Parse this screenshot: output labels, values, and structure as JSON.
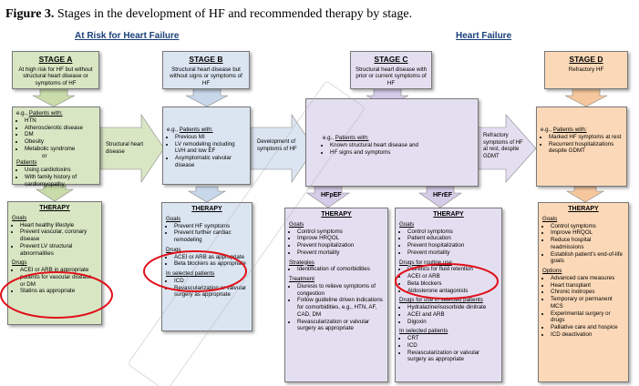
{
  "title": {
    "prefix": "Figure 3.",
    "text": "Stages in the development of HF and recommended therapy by stage."
  },
  "groups": {
    "at_risk": "At Risk for Heart Failure",
    "heart_failure": "Heart Failure"
  },
  "stages": {
    "a": {
      "title": "STAGE A",
      "desc": "At high risk for HF but without structural heart disease or symptoms of HF",
      "patients_intro": "e.g., ",
      "patients_label": "Patients with:",
      "patients": [
        "HTN",
        "Atherosclerotic disease",
        "DM",
        "Obesity",
        "Metabolic syndrome"
      ],
      "or": "or",
      "patients2_label": "Patients",
      "patients2": [
        "Using cardiotoxins",
        "With family history of cardiomyopathy"
      ]
    },
    "b": {
      "title": "STAGE B",
      "desc": "Structural heart disease but without signs or symptoms of HF",
      "patients_intro": "e.g., ",
      "patients_label": "Patients with:",
      "patients": [
        "Previous MI",
        "LV remodeling including LVH and low EF",
        "Asymptomatic valvular disease"
      ]
    },
    "c": {
      "title": "STAGE C",
      "desc": "Structural heart disease with prior or current symptoms of HF",
      "patients_intro": "e.g., ",
      "patients_label": "Patients with:",
      "patients": [
        "Known structural heart disease and",
        "HF signs and symptoms"
      ]
    },
    "d": {
      "title": "STAGE D",
      "desc": "Refractory HF",
      "patients_intro": "e.g., ",
      "patients_label": "Patients with:",
      "patients": [
        "Marked HF symptoms at rest",
        "Recurrent hospitalizations despite GDMT"
      ]
    }
  },
  "transitions": {
    "ab": "Structural heart disease",
    "bc": "Development of symptoms of HF",
    "cd": "Refractory symptoms of HF at rest, despite GDMT"
  },
  "subtypes": {
    "hfpef": "HFpEF",
    "hfref": "HFrEF"
  },
  "therapy": {
    "heading": "THERAPY",
    "a": {
      "goals_label": "Goals",
      "goals": [
        "Heart healthy lifestyle",
        "Prevent vascular, coronary disease",
        "Prevent LV structural abnormalities"
      ],
      "drugs_label": "Drugs",
      "drugs": [
        "ACEI or ARB in appropriate patients for vascular disease or DM",
        "Statins as appropriate"
      ]
    },
    "b": {
      "goals_label": "Goals",
      "goals": [
        "Prevent HF symptoms",
        "Prevent further cardiac remodeling"
      ],
      "drugs_label": "Drugs",
      "drugs": [
        "ACEI or ARB as appropriate",
        "Beta blockers as appropriate"
      ],
      "selected_label": "In selected patients",
      "selected": [
        "ICD",
        "Revascularization or valvular surgery as appropriate"
      ]
    },
    "c_pef": {
      "goals_label": "Goals",
      "goals": [
        "Control symptoms",
        "Improve HRQOL",
        "Prevent hospitalization",
        "Prevent mortality"
      ],
      "strategies_label": "Strategies",
      "strategies": [
        "Identification of comorbidities"
      ],
      "treatment_label": "Treatment",
      "treatment": [
        "Diuresis to relieve symptoms of congestion",
        "Follow guideline driven indications for comorbidities, e.g., HTN, AF, CAD, DM",
        "Revascularization or valvular surgery as appropriate"
      ]
    },
    "c_ref": {
      "goals_label": "Goals",
      "goals": [
        "Control symptoms",
        "Patient education",
        "Prevent hospitalization",
        "Prevent mortality"
      ],
      "routine_label": "Drugs for routine use",
      "routine": [
        "Diuretics for fluid retention",
        "ACEI or ARB",
        "Beta blockers",
        "Aldosterone antagonists"
      ],
      "drugs_selected_label": "Drugs for use in selected patients",
      "drugs_selected": [
        "Hydralazine/isosorbide dinitrate",
        "ACEI and ARB",
        "Digoxin"
      ],
      "selected_label": "In selected patients",
      "selected": [
        "CRT",
        "ICD",
        "Revascularization or valvular surgery as appropriate"
      ]
    },
    "d": {
      "goals_label": "Goals",
      "goals": [
        "Control symptoms",
        "Improve HRQOL",
        "Reduce hospital readmissions",
        "Establish patient's end-of-life goals"
      ],
      "options_label": "Options",
      "options": [
        "Advanced care measures",
        "Heart transplant",
        "Chronic inotropes",
        "Temporary or permanent MCS",
        "Experimental surgery or drugs",
        "Palliative care and hospice",
        "ICD deactivation"
      ]
    }
  },
  "colors": {
    "green": "#d8e6c3",
    "blue": "#dbe5f1",
    "lavender": "#e4dff0",
    "peach": "#fbd9b8",
    "highlight_circle": "#e0101a"
  }
}
